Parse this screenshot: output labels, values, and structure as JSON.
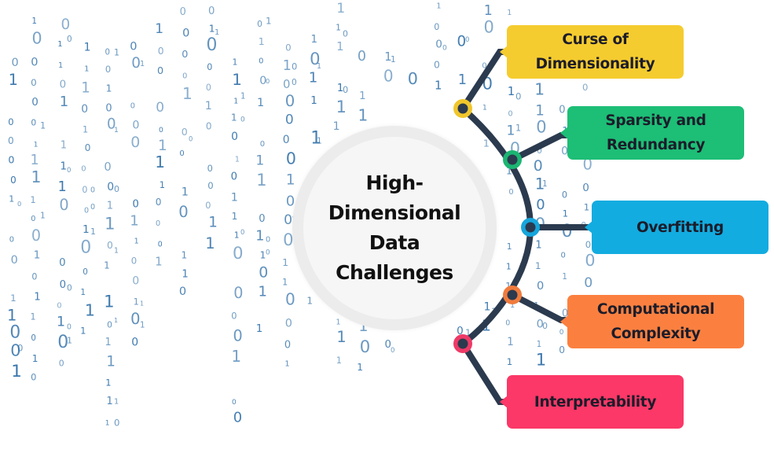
{
  "diagram": {
    "type": "hub-and-branches",
    "central_topic": "High-\nDimensional\nData\nChallenges",
    "connector_color": "#2b3a4e",
    "branches": [
      {
        "label": "Curse of\nDimensionality",
        "color": "#f5cc2f",
        "node_color": "#f0c62c"
      },
      {
        "label": "Sparsity and\nRedundancy",
        "color": "#1dbe76",
        "node_color": "#1bb572"
      },
      {
        "label": "Overfitting",
        "color": "#13ace0",
        "node_color": "#16a6dc"
      },
      {
        "label": "Computational\nComplexity",
        "color": "#fb8040",
        "node_color": "#f07b3d"
      },
      {
        "label": "Interpretability",
        "color": "#fb3867",
        "node_color": "#ee3a67"
      }
    ]
  },
  "background": {
    "pattern": "binary-digits",
    "digit_color": "#2f6fa8",
    "digits": "0 1"
  }
}
